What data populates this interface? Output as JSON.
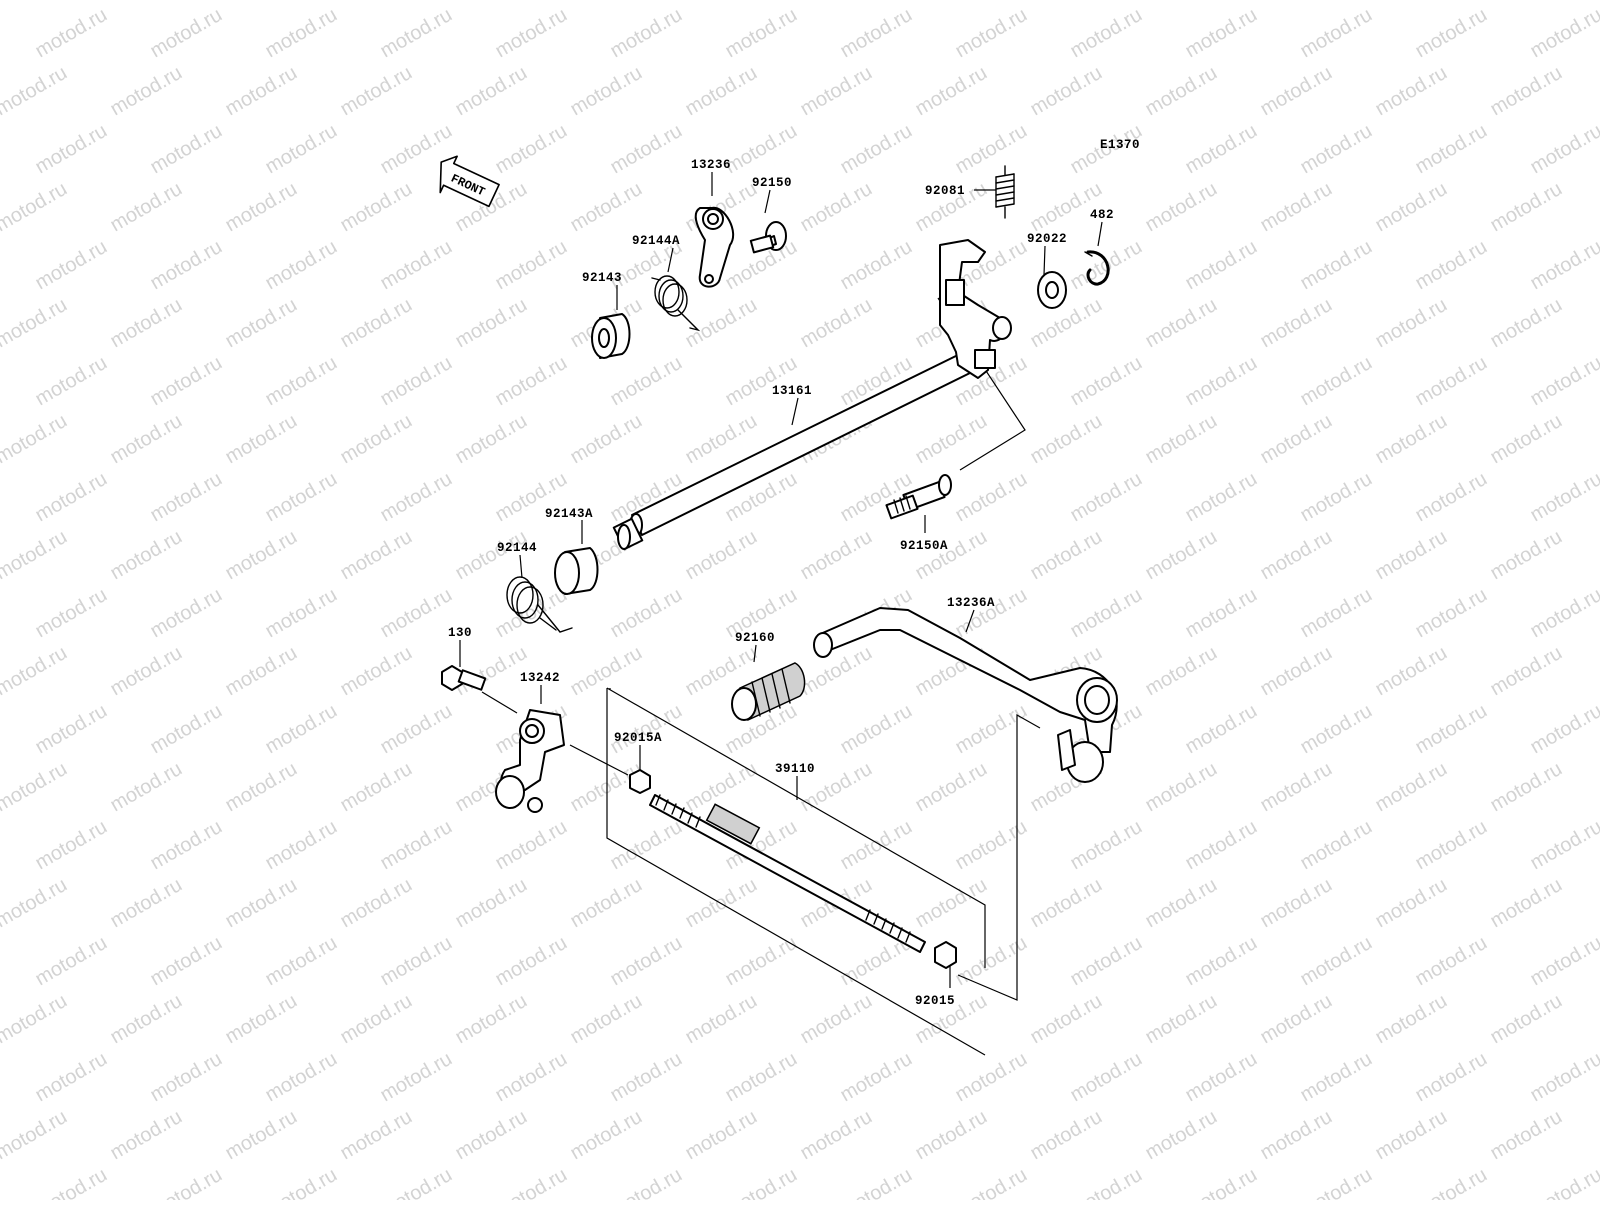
{
  "watermark": {
    "text": "motod.ru"
  },
  "diagram_code": "E1370",
  "front_arrow": {
    "text": "FRONT"
  },
  "parts": [
    {
      "id": "p13236",
      "number": "13236"
    },
    {
      "id": "p92150",
      "number": "92150"
    },
    {
      "id": "p92144A",
      "number": "92144A"
    },
    {
      "id": "p92143",
      "number": "92143"
    },
    {
      "id": "p92081",
      "number": "92081"
    },
    {
      "id": "p482",
      "number": "482"
    },
    {
      "id": "p92022",
      "number": "92022"
    },
    {
      "id": "p13161",
      "number": "13161"
    },
    {
      "id": "p92143A",
      "number": "92143A"
    },
    {
      "id": "p92144",
      "number": "92144"
    },
    {
      "id": "p92150A",
      "number": "92150A"
    },
    {
      "id": "p13236A",
      "number": "13236A"
    },
    {
      "id": "p130",
      "number": "130"
    },
    {
      "id": "p13242",
      "number": "13242"
    },
    {
      "id": "p92160",
      "number": "92160"
    },
    {
      "id": "p92015A",
      "number": "92015A"
    },
    {
      "id": "p39110",
      "number": "39110"
    },
    {
      "id": "p92015",
      "number": "92015"
    }
  ]
}
